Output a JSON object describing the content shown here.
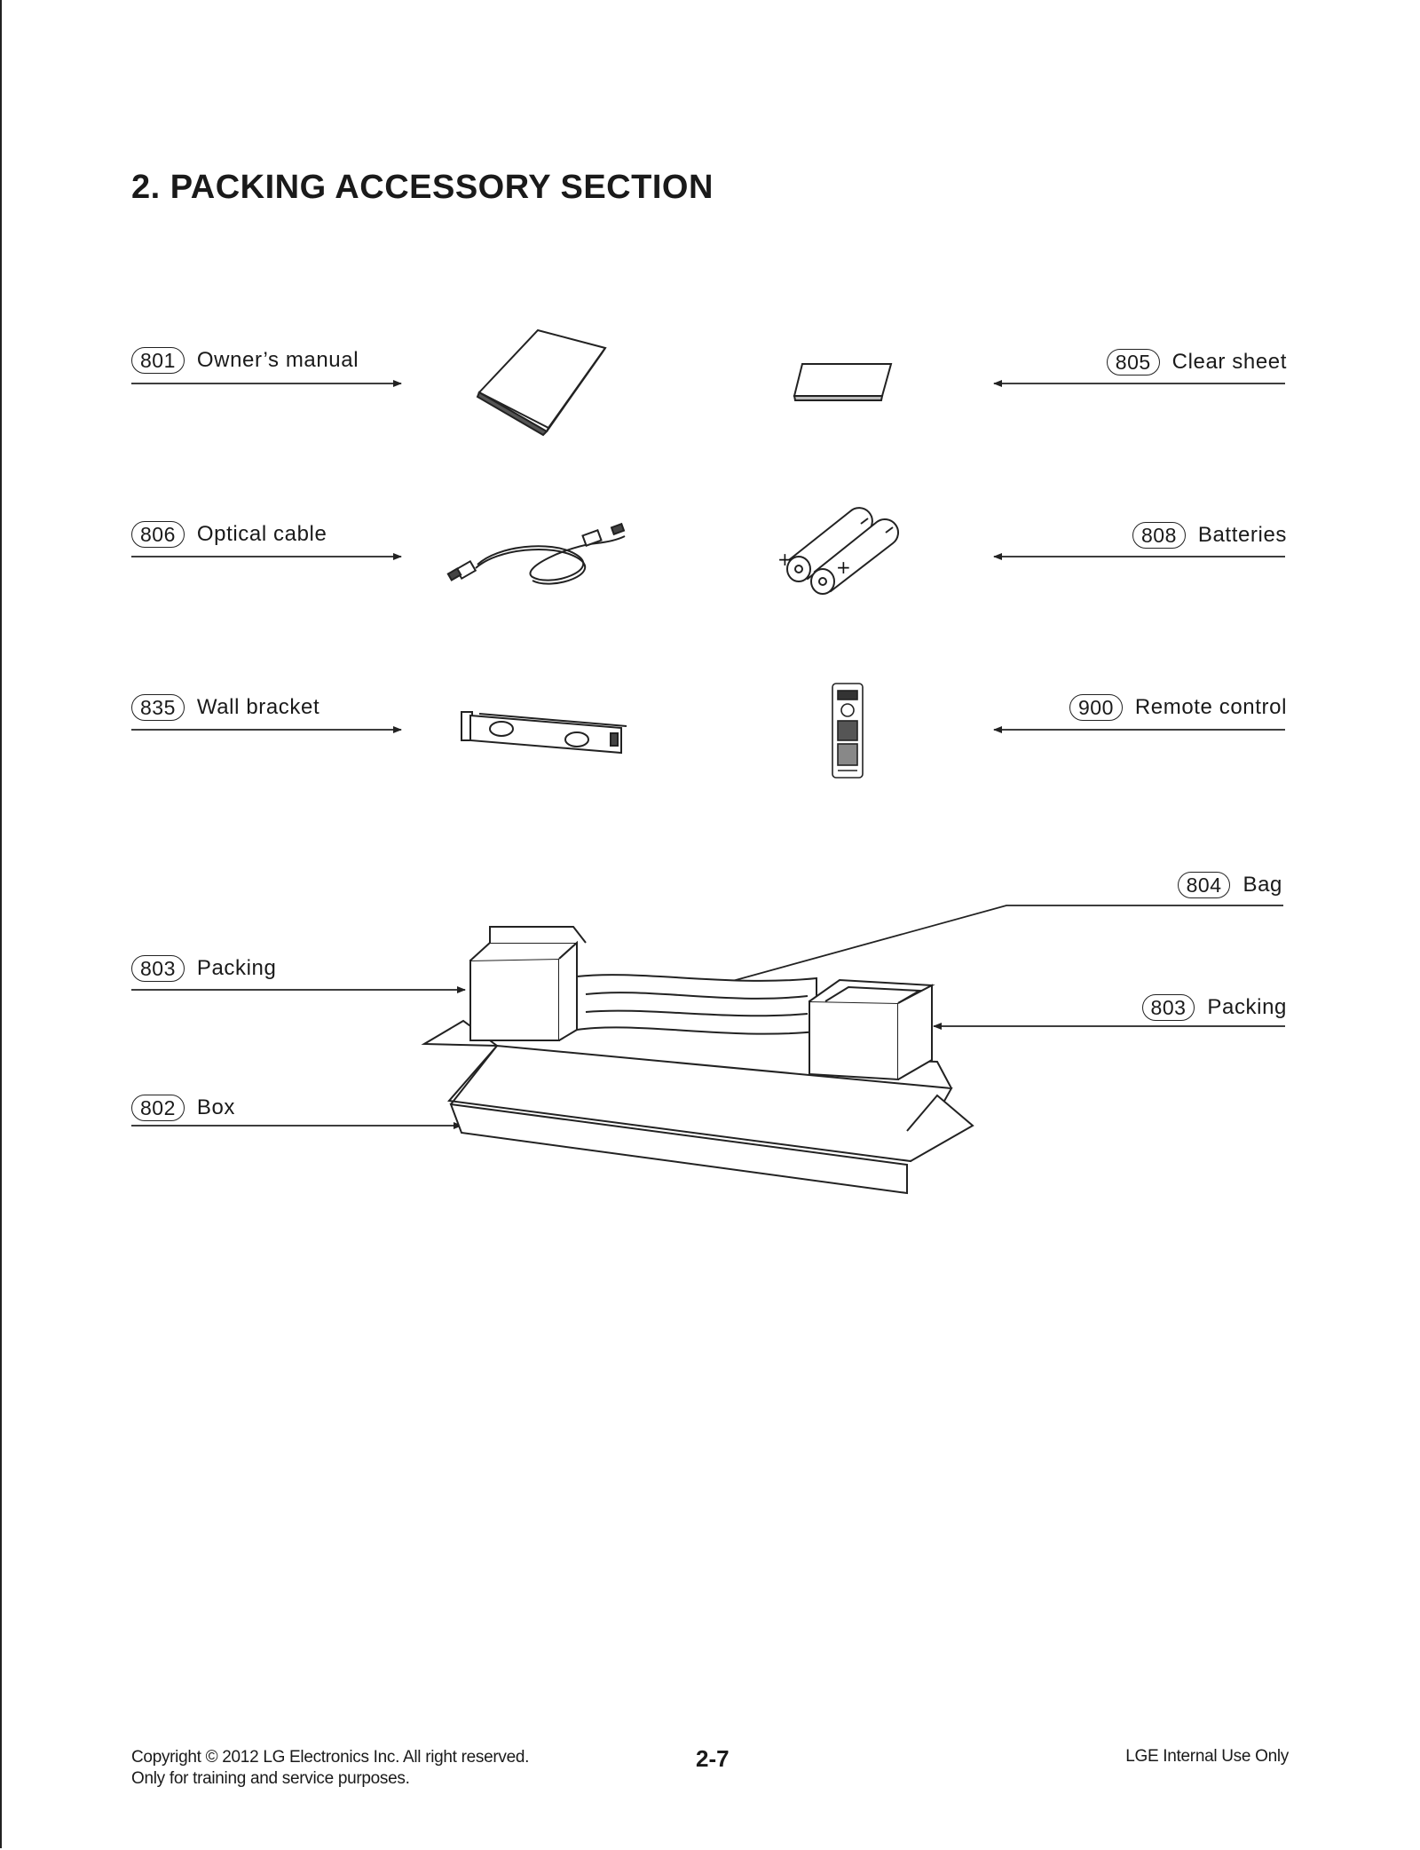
{
  "page": {
    "title": "2. PACKING ACCESSORY SECTION",
    "page_number": "2-7"
  },
  "items": [
    {
      "code": "801",
      "name": "Owner’s manual"
    },
    {
      "code": "805",
      "name": "Clear sheet"
    },
    {
      "code": "806",
      "name": "Optical cable"
    },
    {
      "code": "808",
      "name": "Batteries"
    },
    {
      "code": "835",
      "name": "Wall bracket"
    },
    {
      "code": "900",
      "name": "Remote control"
    },
    {
      "code": "804",
      "name": "Bag"
    },
    {
      "code": "803",
      "name": "Packing"
    },
    {
      "code": "803",
      "name": "Packing"
    },
    {
      "code": "802",
      "name": "Box"
    }
  ],
  "footer": {
    "copyright": "Copyright © 2012 LG Electronics Inc. All right reserved.",
    "note": "Only for training and service purposes.",
    "internal": "LGE Internal Use Only"
  }
}
